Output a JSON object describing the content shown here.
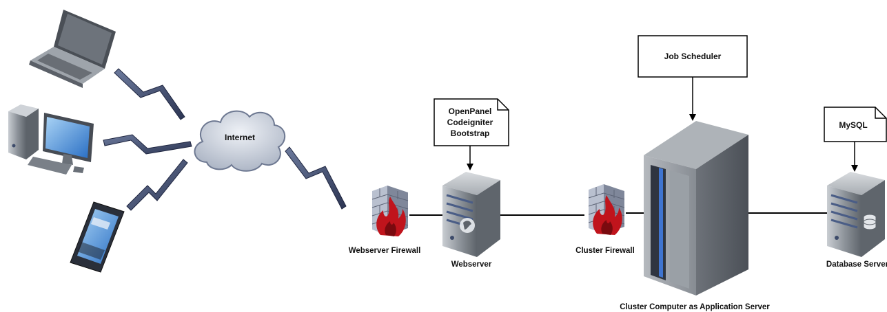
{
  "labels": {
    "internet": "Internet",
    "openpanel_line1": "OpenPanel",
    "openpanel_line2": "Codeigniter",
    "openpanel_line3": "Bootstrap",
    "job_scheduler": "Job Scheduler",
    "mysql": "MySQL",
    "webserver_firewall": "Webserver Firewall",
    "webserver": "Webserver",
    "cluster_firewall": "Cluster Firewall",
    "cluster_computer": "Cluster Computer as Application Server",
    "database_server": "Database Server"
  },
  "icons": [
    "laptop-icon",
    "desktop-computer-icon",
    "smartphone-icon",
    "cloud-icon",
    "firewall-icon",
    "server-icon",
    "cluster-rack-icon",
    "database-server-icon",
    "lightning-link-icon"
  ],
  "colors": {
    "link": "#3a4566",
    "server_grey": "#8a9096",
    "flame": "#c0141c",
    "brick": "#9aa3b5",
    "screen_blue": "#3f7bd0"
  }
}
